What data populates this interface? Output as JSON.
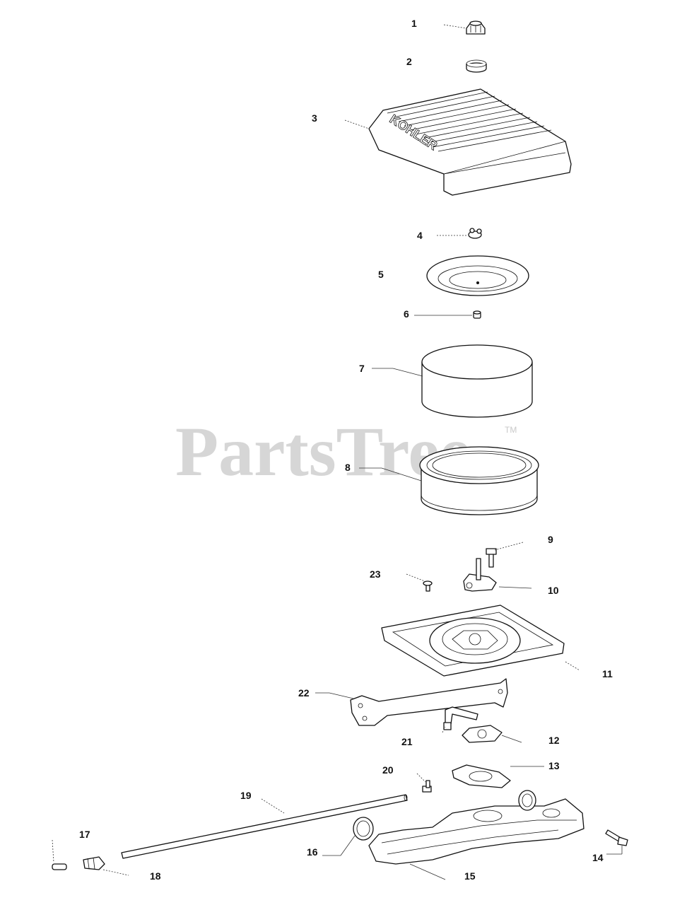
{
  "watermark": {
    "text": "PartsTree",
    "trademark": "TM",
    "color": "#c9c9c9"
  },
  "cover_brand": "KOHLER",
  "callouts": {
    "c1": "1",
    "c2": "2",
    "c3": "3",
    "c4": "4",
    "c5": "5",
    "c6": "6",
    "c7": "7",
    "c8": "8",
    "c9": "9",
    "c10": "10",
    "c11": "11",
    "c12": "12",
    "c13": "13",
    "c14": "14",
    "c15": "15",
    "c16": "16",
    "c17": "17",
    "c18": "18",
    "c19": "19",
    "c20": "20",
    "c21": "21",
    "c22": "22",
    "c23": "23"
  }
}
